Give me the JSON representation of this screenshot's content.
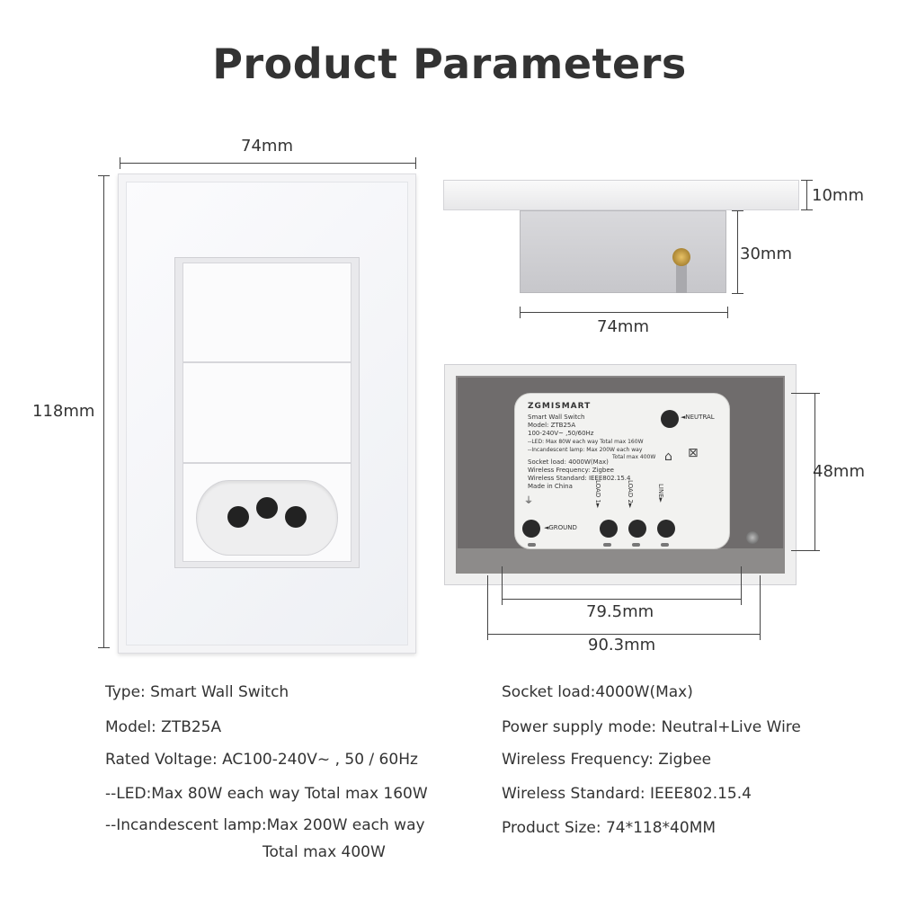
{
  "title": "Product Parameters",
  "dimensions": {
    "front_width": "74mm",
    "front_height": "118mm",
    "side_plate_depth": "10mm",
    "side_box_depth": "30mm",
    "side_width": "74mm",
    "back_height": "48mm",
    "back_inner_width": "79.5mm",
    "back_outer_width": "90.3mm"
  },
  "pcb": {
    "brand": "ZGMISMART",
    "product": "Smart Wall Switch",
    "model": "Model: ZTB25A",
    "voltage": "100-240V~ ,50/60Hz",
    "led": "--LED: Max 80W each way   Total max 160W",
    "incandescent": "--Incandescent lamp: Max 200W each way",
    "incandescent_total": "Total max 400W",
    "socket": "Socket load: 4000W(Max)",
    "frequency": "Wireless Frequency: Zigbee",
    "standard": "Wireless Standard: IEEE802.15.4",
    "origin": "Made in China",
    "neutral": "◄NEUTRAL",
    "ground": "◄GROUND",
    "load1": "LOAD 1►",
    "load2": "LOAD 2►",
    "line": "LINE►"
  },
  "specs_left": [
    "Type: Smart Wall Switch",
    "Model: ZTB25A",
    "Rated Voltage: AC100-240V~ , 50 / 60Hz",
    "--LED:Max 80W each way Total max 160W",
    "--Incandescent lamp:Max 200W each way",
    "Total max 400W"
  ],
  "specs_right": [
    "Socket load:4000W(Max)",
    "Power supply mode: Neutral+Live Wire",
    "Wireless Frequency: Zigbee",
    "Wireless Standard: IEEE802.15.4",
    "Product Size: 74*118*40MM"
  ]
}
